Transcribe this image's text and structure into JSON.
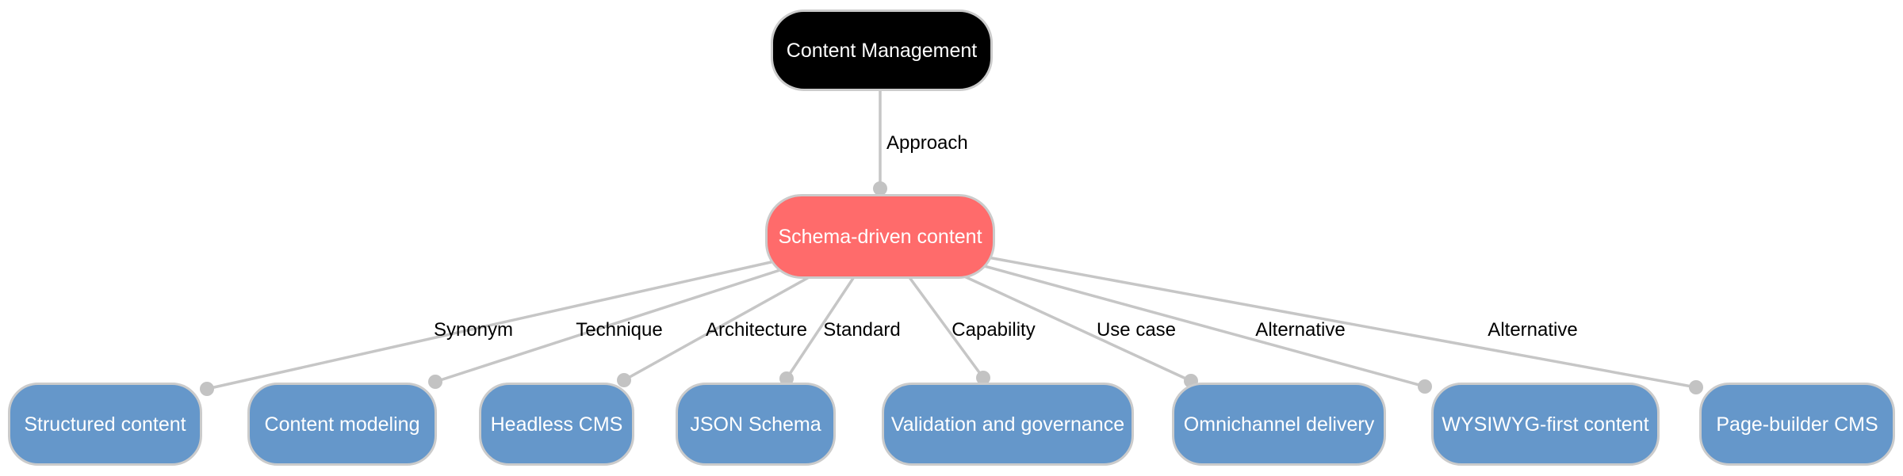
{
  "diagram": {
    "root": {
      "label": "Content Management"
    },
    "root_edge": {
      "label": "Approach"
    },
    "hub": {
      "label": "Schema-driven content"
    },
    "children": [
      {
        "label": "Structured content",
        "relation": "Synonym"
      },
      {
        "label": "Content modeling",
        "relation": "Technique"
      },
      {
        "label": "Headless CMS",
        "relation": "Architecture"
      },
      {
        "label": "JSON Schema",
        "relation": "Standard"
      },
      {
        "label": "Validation and governance",
        "relation": "Capability"
      },
      {
        "label": "Omnichannel delivery",
        "relation": "Use case"
      },
      {
        "label": "WYSIWYG-first content",
        "relation": "Alternative"
      },
      {
        "label": "Page-builder CMS",
        "relation": "Alternative"
      }
    ],
    "colors": {
      "root_node_bg": "#000000",
      "hub_node_bg": "#ff6b6b",
      "child_node_bg": "#6597ca",
      "node_text": "#ffffff",
      "node_border": "#cbcbcb",
      "edge_line": "#c6c6c6",
      "edge_dot": "#c3c3c3",
      "edge_label_text": "#000000",
      "background": "#ffffff"
    }
  }
}
